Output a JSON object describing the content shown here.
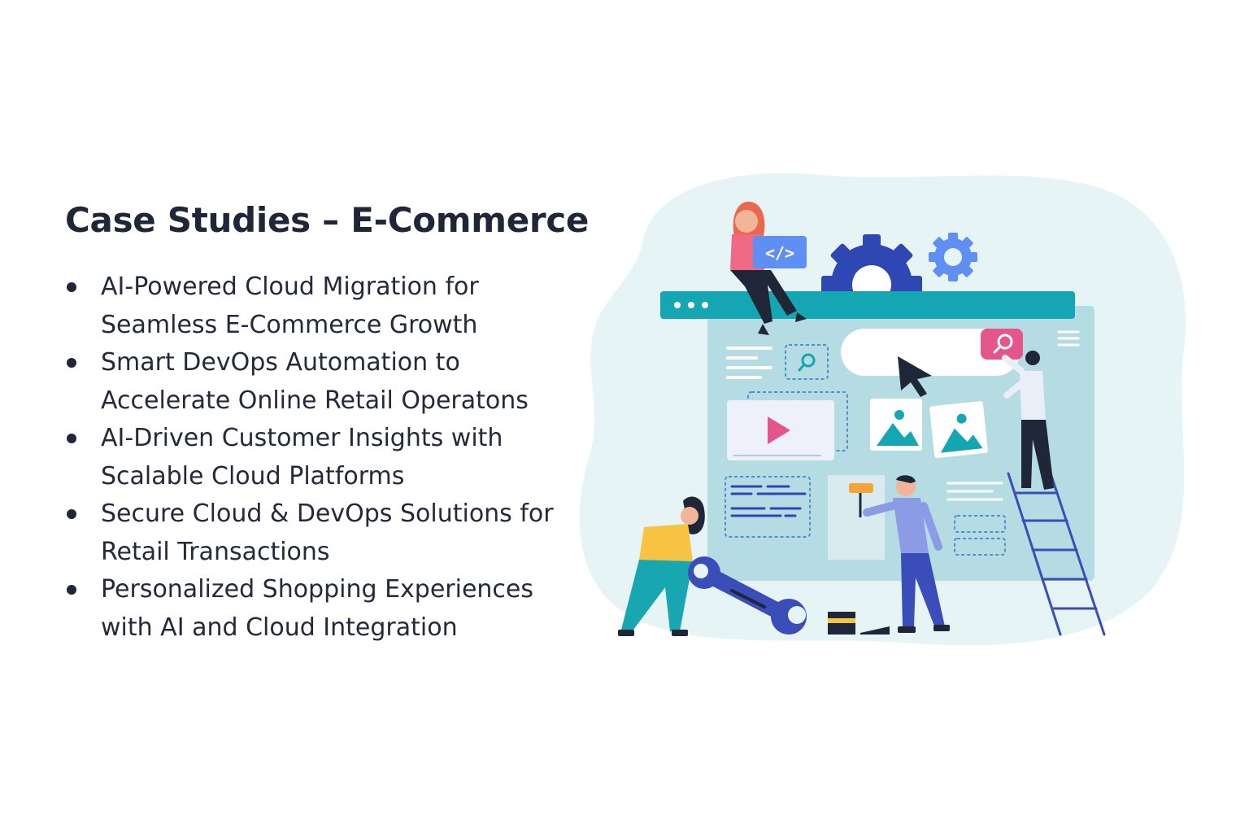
{
  "slide": {
    "title": "Case Studies – E-Commerce",
    "bullets": [
      "AI-Powered Cloud Migration for Seamless E-Commerce Growth",
      "Smart DevOps Automation to Accelerate Online Retail Operatons",
      "AI-Driven Customer Insights with Scalable Cloud Platforms",
      "Secure Cloud & DevOps Solutions for Retail Transactions",
      "Personalized Shopping Experiences with AI and Cloud Integration"
    ]
  },
  "illustration": {
    "code_badge": "</>",
    "icons": [
      "gear-icon",
      "search-icon",
      "play-icon",
      "image-icon",
      "menu-icon",
      "cursor-icon",
      "wrench-icon",
      "paint-roller-icon",
      "ladder-icon"
    ],
    "colors": {
      "blob": "#e6f4f5",
      "browser_bar": "#14a6b2",
      "browser_body": "#b5dbe3",
      "gear": "#2f47b3",
      "gear_light": "#5f8ff2",
      "accent_pink": "#e4568a",
      "person_blue": "#3a4db8"
    }
  }
}
